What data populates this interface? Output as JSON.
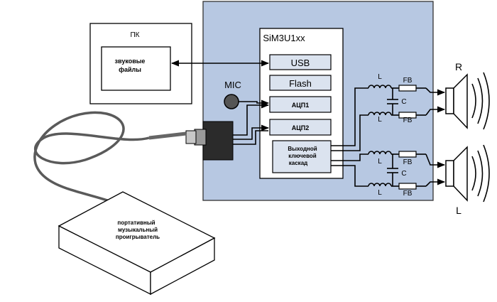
{
  "pc": {
    "label": "ПК",
    "inner_lines": [
      "звуковые",
      "файлы"
    ]
  },
  "chip": {
    "title": "SiM3U1xx"
  },
  "blocks": {
    "usb": "USB",
    "flash": "Flash",
    "adc1": "АЦП1",
    "adc2": "АЦП2",
    "output_lines": [
      "Выходной",
      "ключевой",
      "каскад"
    ]
  },
  "mic": {
    "label": "MIC"
  },
  "filter_top": {
    "l1": "L",
    "l2": "L",
    "c": "C",
    "fb1": "FB",
    "fb2": "FB"
  },
  "filter_bottom": {
    "l1": "L",
    "l2": "L",
    "c": "C",
    "fb1": "FB",
    "fb2": "FB"
  },
  "speakers": {
    "right": "R",
    "left": "L"
  },
  "player": {
    "lines": [
      "портативный",
      "музыкальный",
      "проигрыватель"
    ]
  },
  "colors": {
    "board": "#b7c8e2",
    "line": "#000000",
    "block": "#ffffff"
  }
}
